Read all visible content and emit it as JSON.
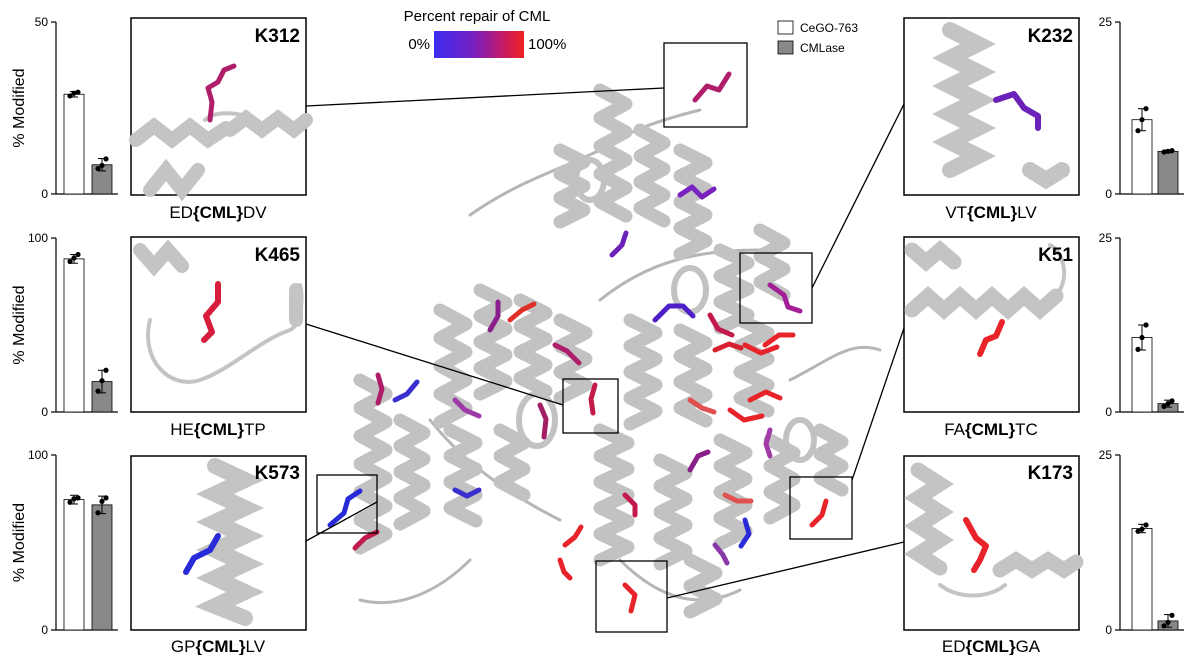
{
  "legend": {
    "items": [
      {
        "label": "CeGO-763",
        "color": "#ffffff"
      },
      {
        "label": "CMLase",
        "color": "#888888"
      }
    ]
  },
  "colorbar": {
    "title": "Percent repair of CML",
    "min_label": "0%",
    "max_label": "100%",
    "colors": [
      "#3a2cf0",
      "#7a1fc0",
      "#c21a6a",
      "#ee2222"
    ]
  },
  "panels": [
    {
      "side": "left",
      "residue": "K312",
      "sequence": {
        "pre": "ED",
        "mod": "{CML}",
        "post": "DV"
      },
      "residue_color": "#b01e6a"
    },
    {
      "side": "left",
      "residue": "K465",
      "sequence": {
        "pre": "HE",
        "mod": "{CML}",
        "post": "TP"
      },
      "residue_color": "#d81d3c"
    },
    {
      "side": "left",
      "residue": "K573",
      "sequence": {
        "pre": "GP",
        "mod": "{CML}",
        "post": "LV"
      },
      "residue_color": "#2a2bd8"
    },
    {
      "side": "right",
      "residue": "K232",
      "sequence": {
        "pre": "VT",
        "mod": "{CML}",
        "post": "LV"
      },
      "residue_color": "#6b22b8"
    },
    {
      "side": "right",
      "residue": "K51",
      "sequence": {
        "pre": "FA",
        "mod": "{CML}",
        "post": "TC"
      },
      "residue_color": "#e8242a"
    },
    {
      "side": "right",
      "residue": "K173",
      "sequence": {
        "pre": "ED",
        "mod": "{CML}",
        "post": "GA"
      },
      "residue_color": "#e8242a"
    }
  ],
  "chart_data": [
    {
      "type": "bar",
      "residue": "K312",
      "ylabel": "% Modified",
      "ylim": [
        0,
        50
      ],
      "yticks": [
        0,
        50
      ],
      "categories": [
        "CeGO-763",
        "CMLase"
      ],
      "values": [
        29,
        8.5
      ],
      "errors": [
        0.8,
        1.8
      ],
      "points": [
        [
          28.5,
          29.3,
          29.6
        ],
        [
          7.4,
          8.3,
          10.2
        ]
      ]
    },
    {
      "type": "bar",
      "residue": "K465",
      "ylabel": "% Modified",
      "ylim": [
        0,
        100
      ],
      "yticks": [
        0,
        100
      ],
      "categories": [
        "CeGO-763",
        "CMLase"
      ],
      "values": [
        88,
        17.5
      ],
      "errors": [
        2.5,
        6.5
      ],
      "points": [
        [
          86.5,
          88.5,
          90.5
        ],
        [
          12,
          18,
          24
        ]
      ]
    },
    {
      "type": "bar",
      "residue": "K573",
      "ylabel": "% Modified",
      "ylim": [
        0,
        100
      ],
      "yticks": [
        0,
        100
      ],
      "categories": [
        "CeGO-763",
        "CMLase"
      ],
      "values": [
        74.5,
        71.5
      ],
      "errors": [
        2.5,
        5
      ],
      "points": [
        [
          73,
          75,
          75.5
        ],
        [
          67,
          73.5,
          75.5
        ]
      ]
    },
    {
      "type": "bar",
      "residue": "K232",
      "ylabel": "",
      "ylim": [
        0,
        25
      ],
      "yticks": [
        0,
        25
      ],
      "categories": [
        "CeGO-763",
        "CMLase"
      ],
      "values": [
        10.8,
        6.2
      ],
      "errors": [
        1.6,
        0.2
      ],
      "points": [
        [
          9.2,
          10.8,
          12.4
        ],
        [
          6.1,
          6.2,
          6.3
        ]
      ]
    },
    {
      "type": "bar",
      "residue": "K51",
      "ylabel": "",
      "ylim": [
        0,
        25
      ],
      "yticks": [
        0,
        25
      ],
      "categories": [
        "CeGO-763",
        "CMLase"
      ],
      "values": [
        10.7,
        1.2
      ],
      "errors": [
        1.8,
        0.5
      ],
      "points": [
        [
          9.0,
          10.7,
          12.5
        ],
        [
          0.8,
          1.2,
          1.6
        ]
      ]
    },
    {
      "type": "bar",
      "residue": "K173",
      "ylabel": "",
      "ylim": [
        0,
        25
      ],
      "yticks": [
        0,
        25
      ],
      "categories": [
        "CeGO-763",
        "CMLase"
      ],
      "values": [
        14.5,
        1.3
      ],
      "errors": [
        0.6,
        0.9
      ],
      "points": [
        [
          14.1,
          14.4,
          15.0
        ],
        [
          0.6,
          1.1,
          2.1
        ]
      ]
    }
  ]
}
